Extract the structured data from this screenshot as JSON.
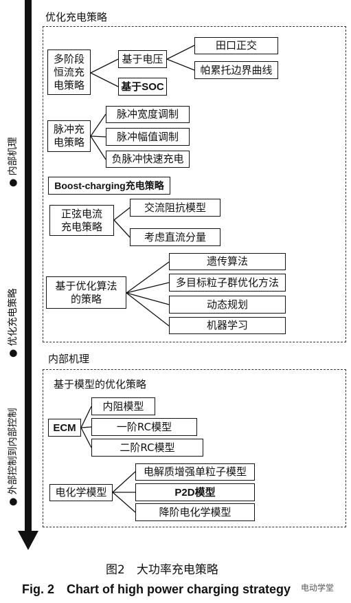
{
  "axis": {
    "labels": [
      "内部机理",
      "优化充电策略",
      "外部控制到内部控制"
    ]
  },
  "section_top": {
    "title": "优化充电策略",
    "groups": [
      {
        "label": "多阶段\n恒流充\n电策略",
        "children": [
          {
            "label": "基于电压",
            "children": [
              "田口正交",
              "帕累托边界曲线"
            ]
          },
          {
            "label": "基于SOC",
            "children": []
          }
        ]
      },
      {
        "label": "脉冲充\n电策略",
        "children": [
          {
            "label": "脉冲宽度调制"
          },
          {
            "label": "脉冲幅值调制"
          },
          {
            "label": "负脉冲快速充电"
          }
        ]
      },
      {
        "label": "Boost-charging充电策略",
        "children": []
      },
      {
        "label": "正弦电流\n充电策略",
        "children": [
          {
            "label": "交流阻抗模型"
          },
          {
            "label": "考虑直流分量"
          }
        ]
      },
      {
        "label": "基于优化算法\n的策略",
        "children": [
          {
            "label": "遗传算法"
          },
          {
            "label": "多目标粒子群优化方法"
          },
          {
            "label": "动态规划"
          },
          {
            "label": "机器学习"
          }
        ]
      }
    ]
  },
  "section_bottom": {
    "heading": "内部机理",
    "title": "基于模型的优化策略",
    "groups": [
      {
        "label": "ECM",
        "children": [
          {
            "label": "内阻模型"
          },
          {
            "label": "一阶RC模型"
          },
          {
            "label": "二阶RC模型"
          }
        ]
      },
      {
        "label": "电化学模型",
        "children": [
          {
            "label": "电解质增强单粒子模型"
          },
          {
            "label": "P2D模型"
          },
          {
            "label": "降阶电化学模型"
          }
        ]
      }
    ]
  },
  "caption": {
    "cn": "图2　大功率充电策略",
    "en": "Fig. 2　Chart of high power charging strategy"
  },
  "watermark": "电动学堂",
  "colors": {
    "arrow": "#111111",
    "line": "#111111"
  }
}
